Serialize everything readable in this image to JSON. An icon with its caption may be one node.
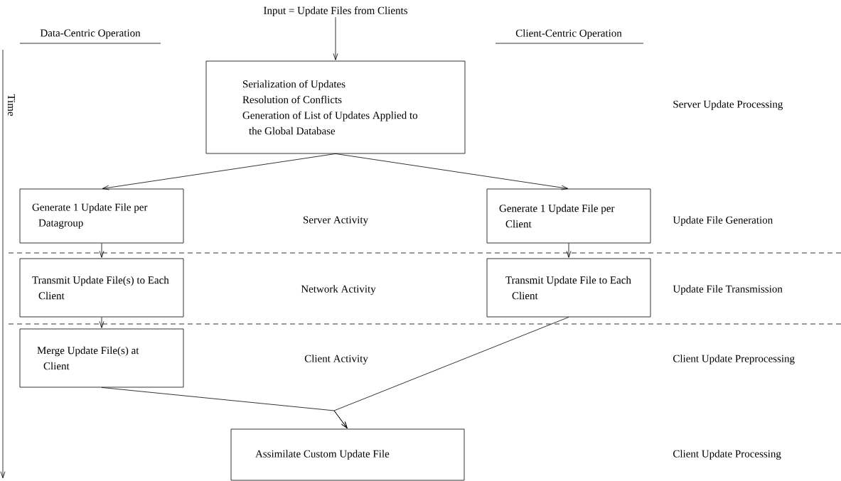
{
  "diagram": {
    "nodes": [
      {
        "text": [
          "Input = Update Files from Clients"
        ]
      },
      {
        "text": [
          "Serialization of Updates",
          "Resolution of Conflicts",
          "Generation of List of Updates Applied to the Global Database"
        ]
      },
      {
        "text": [
          "Generate 1 Update File per Datagroup"
        ]
      },
      {
        "text": [
          "Generate 1 Update File per Client"
        ]
      },
      {
        "text": [
          "Transmit Update File(s) to Each Client"
        ]
      },
      {
        "text": [
          "Transmit Update File to Each Client"
        ]
      },
      {
        "text": [
          "Merge Update File(s) at Client"
        ]
      },
      {
        "text": [
          "Assimilate Custom Update File"
        ]
      }
    ],
    "edges": [
      {
        "from": 0,
        "to": 1,
        "arrow": "to"
      },
      {
        "from": 1,
        "to": 2,
        "arrow": "to"
      },
      {
        "from": 1,
        "to": 3,
        "arrow": "to"
      },
      {
        "from": 2,
        "to": 4,
        "arrow": "to"
      },
      {
        "from": 3,
        "to": 5,
        "arrow": "to"
      },
      {
        "from": 4,
        "to": 6,
        "arrow": "to"
      },
      {
        "from": 6,
        "to": 7,
        "arrow": "to"
      },
      {
        "from": 5,
        "to": 7,
        "arrow": "to"
      }
    ],
    "labels": [
      "Data-Centric Operation",
      "Client-Centric Operation",
      "Time",
      "Server Update Processing",
      "Server Activity",
      "Update File Generation",
      "Network Activity",
      "Update File Transmission",
      "Client Activity",
      "Client Update Preprocessing",
      "Client Update Processing"
    ]
  }
}
